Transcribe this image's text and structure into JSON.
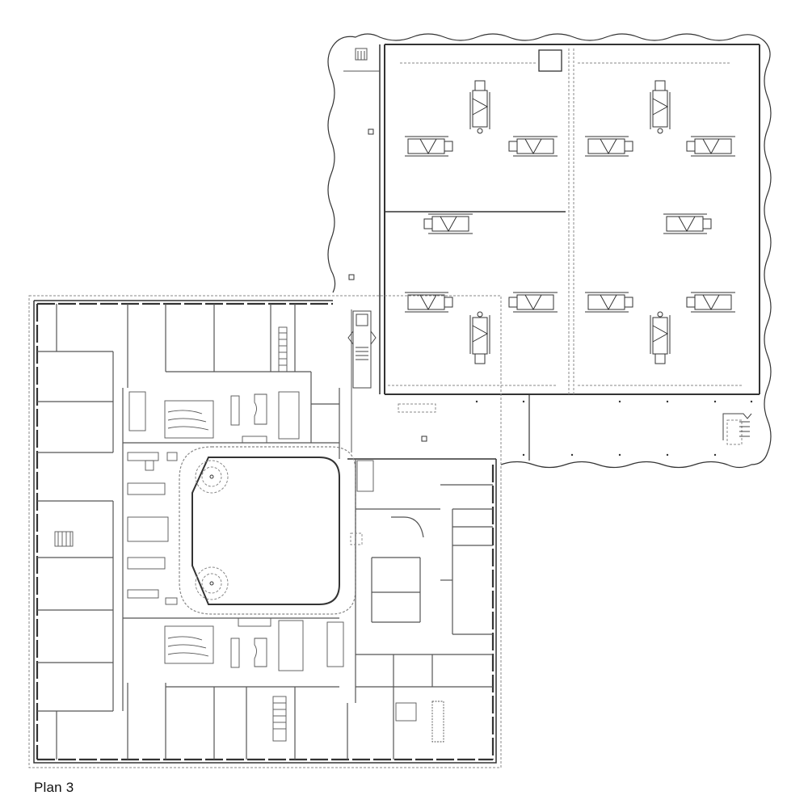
{
  "drawing": {
    "caption": "Plan 3",
    "type": "architectural floor plan",
    "line_color": "#555555",
    "background": "#ffffff"
  },
  "zones": [
    {
      "id": "north-hall",
      "description": "large open hall with wavy outer envelope, split into four bays"
    },
    {
      "id": "south-block",
      "description": "square multi-room block with central courtyard"
    },
    {
      "id": "courtyard",
      "description": "rounded-square central atrium with two spiral stairs"
    }
  ],
  "hall": {
    "bays": 4,
    "equipment_units": 14,
    "stairs": 2
  },
  "block": {
    "stairs": 3,
    "courtyard_spiral_stairs": 2
  }
}
